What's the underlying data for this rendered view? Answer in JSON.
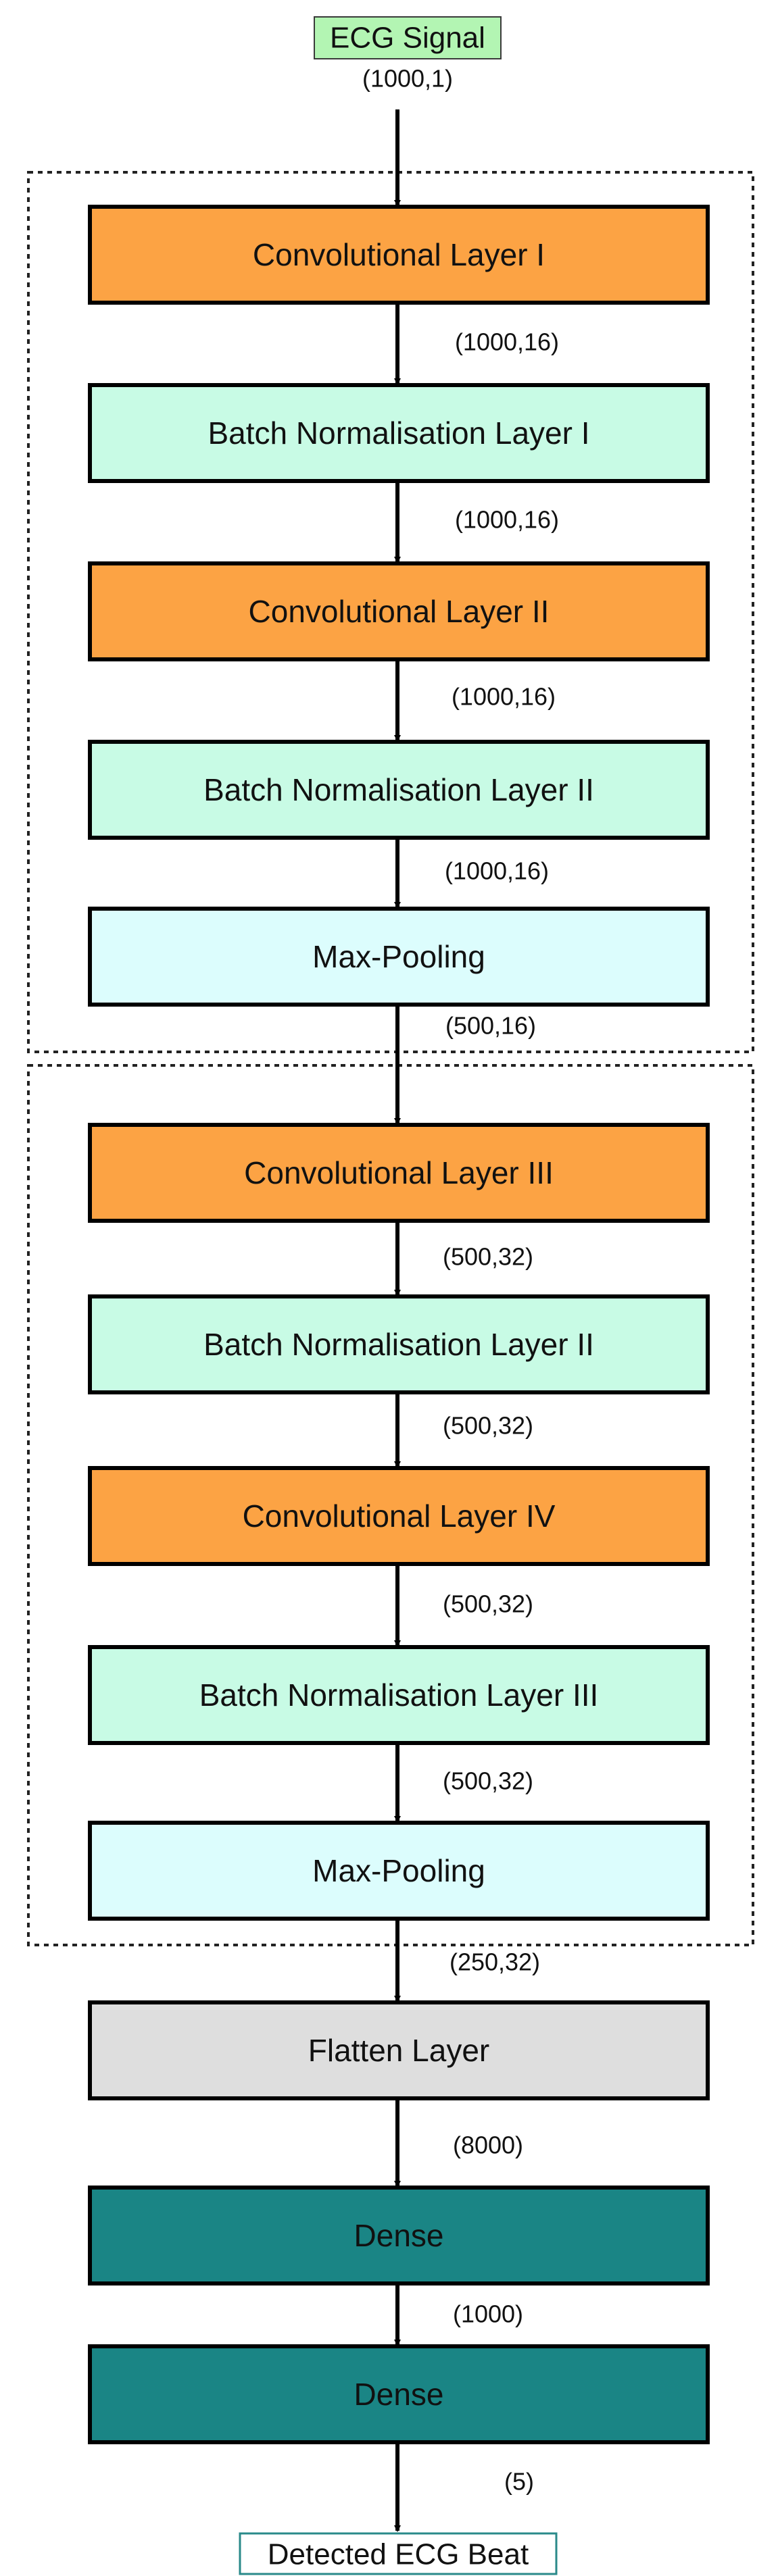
{
  "diagram": {
    "input": {
      "label": "ECG Signal",
      "shape": "(1000,1)",
      "color": "#b3f5b3"
    },
    "output": {
      "label": "Detected ECG Beat",
      "color": "#ffffff",
      "border": "#2a8a8a"
    },
    "colors": {
      "conv": "#fca344",
      "batchnorm": "#c8fbe5",
      "pool": "#dcfdfd",
      "flatten": "#dedede",
      "dense": "#1a8585"
    },
    "blocks": [
      {
        "layers": [
          {
            "label": "Convolutional Layer I",
            "kind": "conv",
            "out_shape": "(1000,16)"
          },
          {
            "label": "Batch Normalisation Layer I",
            "kind": "batchnorm",
            "out_shape": "(1000,16)"
          },
          {
            "label": "Convolutional Layer II",
            "kind": "conv",
            "out_shape": "(1000,16)"
          },
          {
            "label": "Batch Normalisation Layer II",
            "kind": "batchnorm",
            "out_shape": "(1000,16)"
          },
          {
            "label": "Max-Pooling",
            "kind": "pool",
            "out_shape": "(500,16)"
          }
        ]
      },
      {
        "layers": [
          {
            "label": "Convolutional Layer III",
            "kind": "conv",
            "out_shape": "(500,32)"
          },
          {
            "label": "Batch Normalisation Layer II",
            "kind": "batchnorm",
            "out_shape": "(500,32)"
          },
          {
            "label": "Convolutional Layer IV",
            "kind": "conv",
            "out_shape": "(500,32)"
          },
          {
            "label": "Batch Normalisation Layer III",
            "kind": "batchnorm",
            "out_shape": "(500,32)"
          },
          {
            "label": "Max-Pooling",
            "kind": "pool",
            "out_shape": "(250,32)"
          }
        ]
      }
    ],
    "head": [
      {
        "label": "Flatten Layer",
        "kind": "flatten",
        "out_shape": "(8000)"
      },
      {
        "label": "Dense",
        "kind": "dense",
        "out_shape": "(1000)"
      },
      {
        "label": "Dense",
        "kind": "dense",
        "out_shape": "(5)"
      }
    ]
  }
}
